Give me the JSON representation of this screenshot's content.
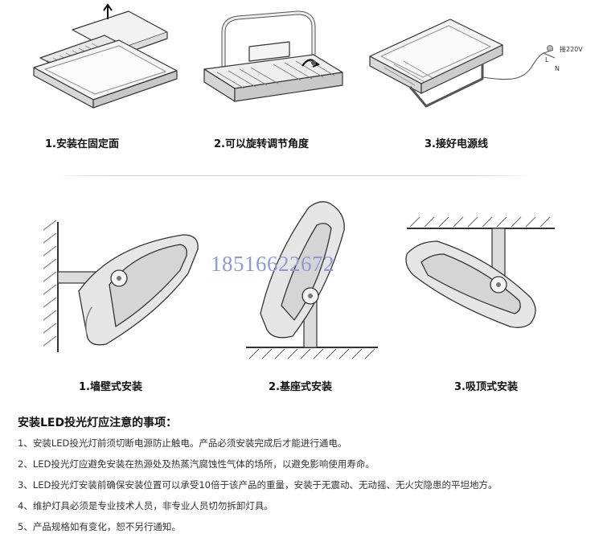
{
  "captions": {
    "top": [
      "1.安装在固定面",
      "2.可以旋转调节角度",
      "3.接好电源线"
    ],
    "bottom": [
      "1.墙壁式安装",
      "2.基座式安装",
      "3.吸顶式安装"
    ]
  },
  "wiring_labels": {
    "voltage": "接220V",
    "live": "L",
    "neutral": "N"
  },
  "phone": "18516622672",
  "notes": {
    "title": "安装LED投光灯应注意的事项：",
    "items": [
      "1、安装LED投光灯前须切断电源防止触电。产品必须安装完成后才能进行通电。",
      "2、LED投光灯应避免安装在热源处及热蒸汽腐蚀性气体的场所，以避免影响使用寿命。",
      "3、LED投光灯安装前确保安装位置可以承受10倍于该产品的重量，安装于无震动、无动摇、无火灾隐患的平坦地方。",
      "4、维护灯具必须是专业技术人员，非专业人员切勿拆卸灯具。",
      "5、产品规格如有变化，恕不另行通知。"
    ]
  }
}
